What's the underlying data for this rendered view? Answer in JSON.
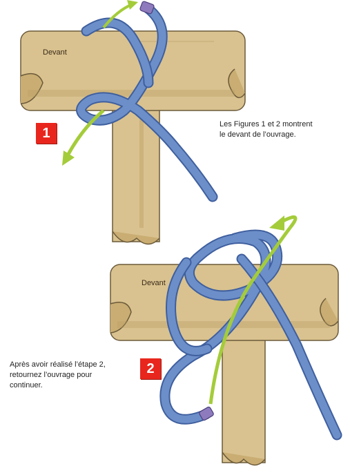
{
  "figure1": {
    "number": "1",
    "wood_label": "Devant"
  },
  "figure2": {
    "number": "2",
    "wood_label": "Devant"
  },
  "captions": {
    "top_right": [
      "Les Figures 1 et 2 montrent",
      "le devant de l’ouvrage."
    ],
    "bottom_left": [
      "Après avoir réalisé l’étape 2,",
      "retournez l’ouvrage pour",
      "continuer."
    ]
  },
  "colors": {
    "wood": "#d9c28f",
    "wood_shadow": "#b89d63",
    "rope": "#6d8fc9",
    "rope_dark": "#3f5f9e",
    "arrow": "#a4cc3a",
    "badge": "#e8261d"
  }
}
